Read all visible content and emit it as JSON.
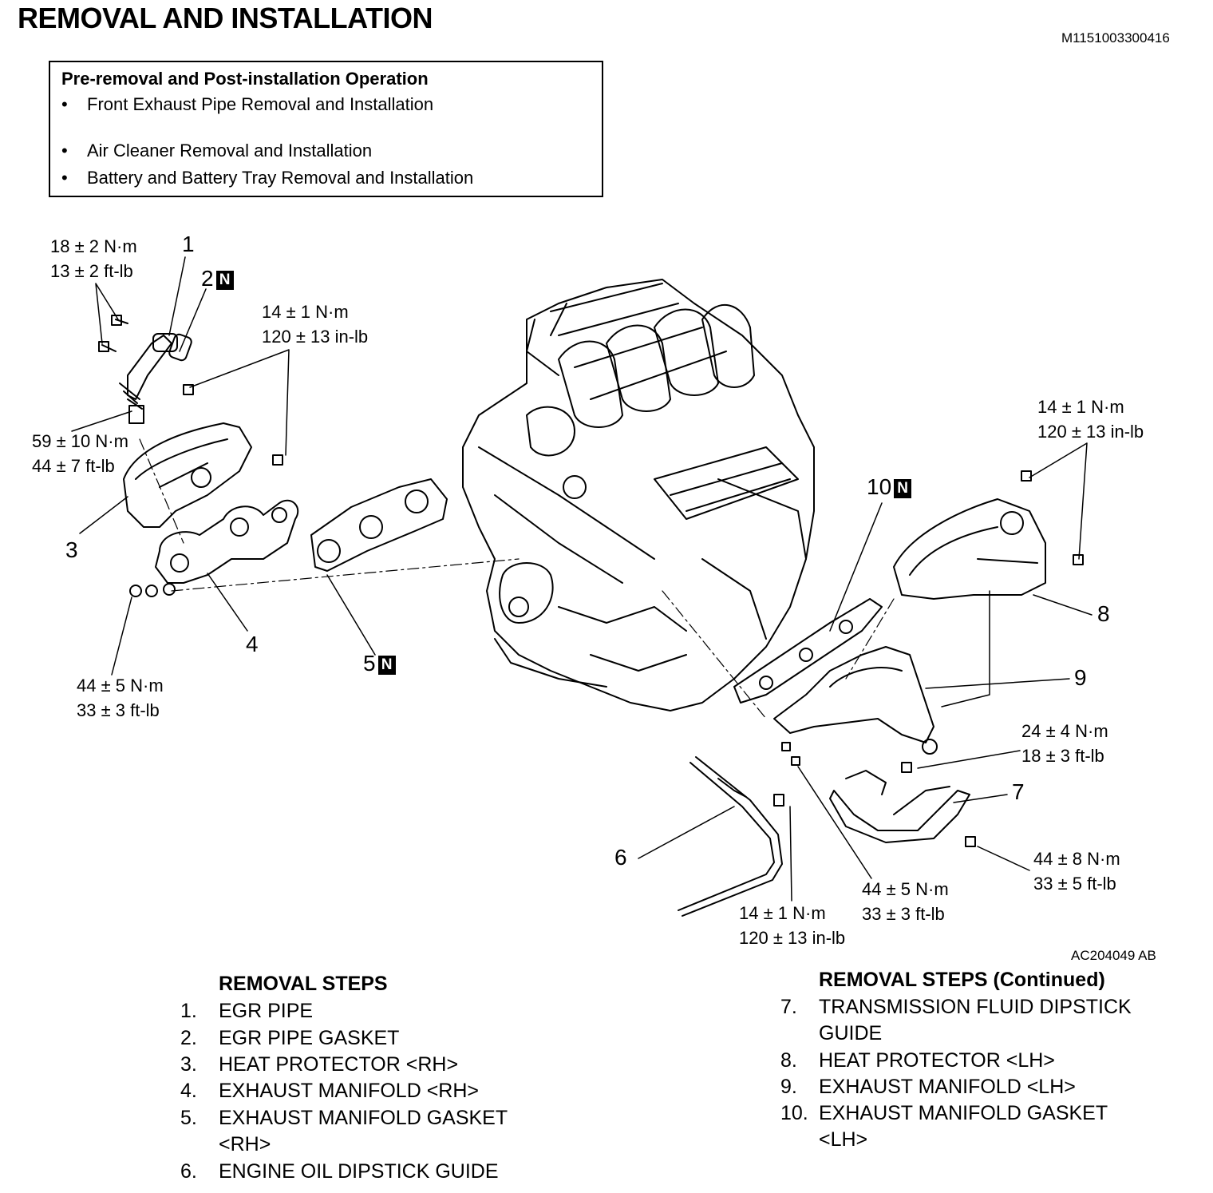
{
  "header": {
    "title": "REMOVAL AND INSTALLATION",
    "doc_id": "M1151003300416"
  },
  "pre_removal": {
    "title": "Pre-removal and Post-installation Operation",
    "items": [
      "Front Exhaust Pipe Removal and Installation",
      "Air Cleaner Removal and Installation",
      "Battery and Battery Tray Removal and Installation"
    ]
  },
  "diagram": {
    "figure_id": "AC204049 AB",
    "badge": "N",
    "part_numbers": [
      "1",
      "2",
      "3",
      "4",
      "5",
      "6",
      "7",
      "8",
      "9",
      "10"
    ],
    "torques": {
      "t1": [
        "18 ± 2 N·m",
        "13 ± 2 ft-lb"
      ],
      "t2": [
        "14 ± 1 N·m",
        "120 ± 13 in-lb"
      ],
      "t3": [
        "59 ± 10 N·m",
        "44 ± 7 ft-lb"
      ],
      "t4": [
        "44 ± 5 N·m",
        "33 ± 3 ft-lb"
      ],
      "t5": [
        "14 ± 1 N·m",
        "120 ± 13 in-lb"
      ],
      "t6": [
        "24 ± 4 N·m",
        "18 ± 3 ft-lb"
      ],
      "t7": [
        "44 ± 8 N·m",
        "33 ± 5 ft-lb"
      ],
      "t8": [
        "44 ± 5 N·m",
        "33 ± 3 ft-lb"
      ],
      "t9": [
        "14 ± 1 N·m",
        "120 ± 13 in-lb"
      ]
    }
  },
  "removal_steps": {
    "title": "REMOVAL STEPS",
    "steps": [
      {
        "num": "1.",
        "text": "EGR PIPE"
      },
      {
        "num": "2.",
        "text": "EGR PIPE GASKET"
      },
      {
        "num": "3.",
        "text": "HEAT PROTECTOR <RH>"
      },
      {
        "num": "4.",
        "text": "EXHAUST MANIFOLD <RH>"
      },
      {
        "num": "5.",
        "text": "EXHAUST MANIFOLD GASKET",
        "text2": "<RH>"
      },
      {
        "num": "6.",
        "text": "ENGINE OIL DIPSTICK GUIDE"
      }
    ]
  },
  "removal_steps_cont": {
    "title": "REMOVAL STEPS (Continued)",
    "steps": [
      {
        "num": "7.",
        "text": "TRANSMISSION FLUID  DIPSTICK",
        "text2": "GUIDE"
      },
      {
        "num": "8.",
        "text": "HEAT PROTECTOR <LH>"
      },
      {
        "num": "9.",
        "text": "EXHAUST MANIFOLD <LH>"
      },
      {
        "num": "10.",
        "text": "EXHAUST MANIFOLD GASKET",
        "text2": "<LH>"
      }
    ]
  }
}
